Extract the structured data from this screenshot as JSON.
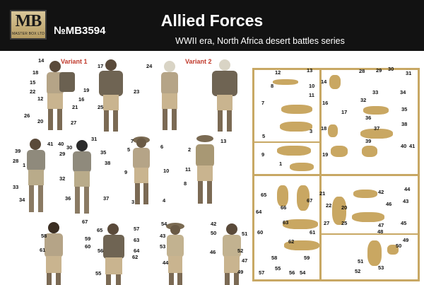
{
  "header": {
    "logo_main": "MB",
    "logo_sub": "MASTER BOX LTD",
    "catalog_number": "№MB3594",
    "title": "Allied Forces",
    "subtitle": "WWII era, North Africa desert battles series"
  },
  "variants": [
    "Variant 1",
    "Variant 2"
  ],
  "figure_numbers": [
    "14",
    "18",
    "15",
    "22",
    "12",
    "26",
    "19",
    "16",
    "21",
    "20",
    "27",
    "17",
    "24",
    "25",
    "23",
    "39",
    "41",
    "40",
    "31",
    "28",
    "33",
    "34",
    "29",
    "30",
    "35",
    "38",
    "32",
    "36",
    "37",
    "7",
    "5",
    "6",
    "10",
    "9",
    "3",
    "4",
    "13",
    "2",
    "11",
    "8",
    "58",
    "61",
    "67",
    "60",
    "59",
    "57",
    "65",
    "63",
    "62",
    "56",
    "64",
    "55",
    "54",
    "43",
    "53",
    "42",
    "46",
    "52",
    "49",
    "51",
    "50",
    "44",
    "47",
    "1"
  ],
  "sprue_numbers": [
    "12",
    "13",
    "28",
    "29",
    "30",
    "31",
    "8",
    "10",
    "33",
    "34",
    "11",
    "14",
    "32",
    "7",
    "16",
    "35",
    "3",
    "17",
    "38",
    "5",
    "18",
    "36",
    "37",
    "39",
    "9",
    "19",
    "40",
    "41",
    "1",
    "42",
    "65",
    "66",
    "21",
    "22",
    "46",
    "67",
    "64",
    "20",
    "27",
    "25",
    "63",
    "45",
    "48",
    "47",
    "60",
    "61",
    "62",
    "50",
    "49",
    "58",
    "59",
    "51",
    "55",
    "54",
    "57",
    "56",
    "53",
    "52",
    "44",
    "43"
  ],
  "colors": {
    "header_bg": "#121212",
    "variant_red": "#c0392b",
    "leader_line": "#b01010",
    "sprue": "#c8a864",
    "logo_gold": "#c9b17a"
  }
}
